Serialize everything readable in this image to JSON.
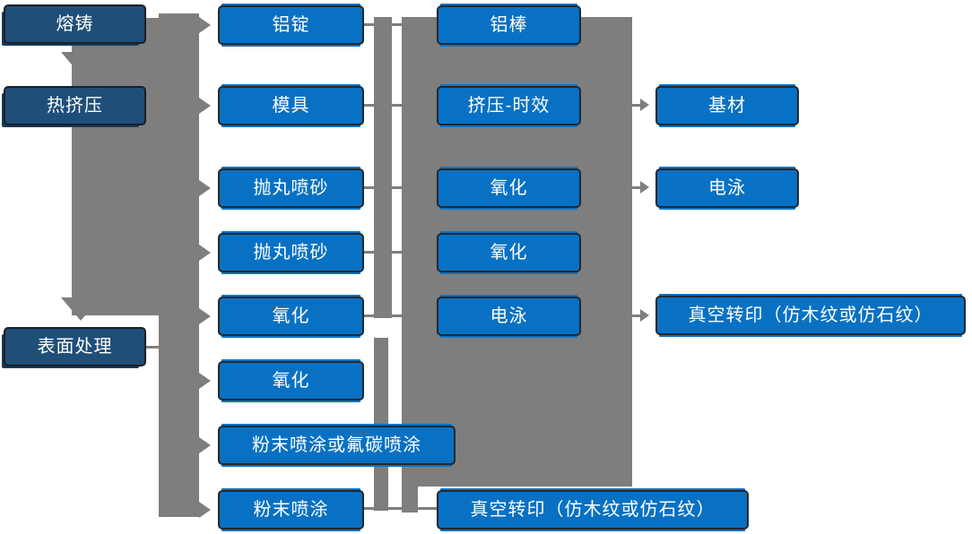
{
  "diagram_title": "",
  "colors": {
    "primary_blue": "#0971C3",
    "dark_navy": "#1F4E79",
    "connector_gray": "#7E7E7E",
    "text": "#FFFFFF",
    "background": "#FFFFFF"
  },
  "nodes": {
    "col1": [
      {
        "id": "melting-casting",
        "label": "熔铸"
      },
      {
        "id": "hot-extrusion",
        "label": "热挤压"
      },
      {
        "id": "surface-treatment",
        "label": "表面处理"
      }
    ],
    "col2": [
      {
        "id": "aluminum-ingot",
        "label": "铝锭"
      },
      {
        "id": "mold",
        "label": "模具"
      },
      {
        "id": "shot-blast-sand-1",
        "label": "抛丸喷砂"
      },
      {
        "id": "shot-blast-sand-2",
        "label": "抛丸喷砂"
      },
      {
        "id": "oxidation-a",
        "label": "氧化"
      },
      {
        "id": "oxidation-b",
        "label": "氧化"
      },
      {
        "id": "powder-or-fluorocarbon-coating",
        "label": "粉末喷涂或氟碳喷涂"
      },
      {
        "id": "powder-coating",
        "label": "粉末喷涂"
      }
    ],
    "col3": [
      {
        "id": "aluminum-rod",
        "label": "铝棒"
      },
      {
        "id": "extrusion-aging",
        "label": "挤压-时效"
      },
      {
        "id": "oxidation-c",
        "label": "氧化"
      },
      {
        "id": "oxidation-d",
        "label": "氧化"
      },
      {
        "id": "electrophoresis-a",
        "label": "电泳"
      },
      {
        "id": "vacuum-transfer-bottom",
        "label": "真空转印（仿木纹或仿石纹）"
      }
    ],
    "col4": [
      {
        "id": "substrate",
        "label": "基材"
      },
      {
        "id": "electrophoresis-b",
        "label": "电泳"
      },
      {
        "id": "vacuum-transfer-mid",
        "label": "真空转印（仿木纹或仿石纹）"
      }
    ]
  },
  "edges": [
    "melting-casting -> aluminum-ingot",
    "melting-casting -> hot-extrusion",
    "hot-extrusion -> mold",
    "hot-extrusion -> surface-treatment",
    "surface-treatment -> shot-blast-sand-1",
    "surface-treatment -> shot-blast-sand-2",
    "surface-treatment -> oxidation-a",
    "surface-treatment -> oxidation-b",
    "surface-treatment -> powder-or-fluorocarbon-coating",
    "surface-treatment -> powder-coating",
    "aluminum-ingot -> aluminum-rod",
    "mold -> extrusion-aging",
    "shot-blast-sand-1 -> oxidation-c",
    "shot-blast-sand-2 -> oxidation-d",
    "oxidation-a -> electrophoresis-a",
    "powder-coating -> vacuum-transfer-bottom",
    "extrusion-aging -> substrate",
    "oxidation-c -> electrophoresis-b",
    "electrophoresis-a -> vacuum-transfer-mid"
  ]
}
